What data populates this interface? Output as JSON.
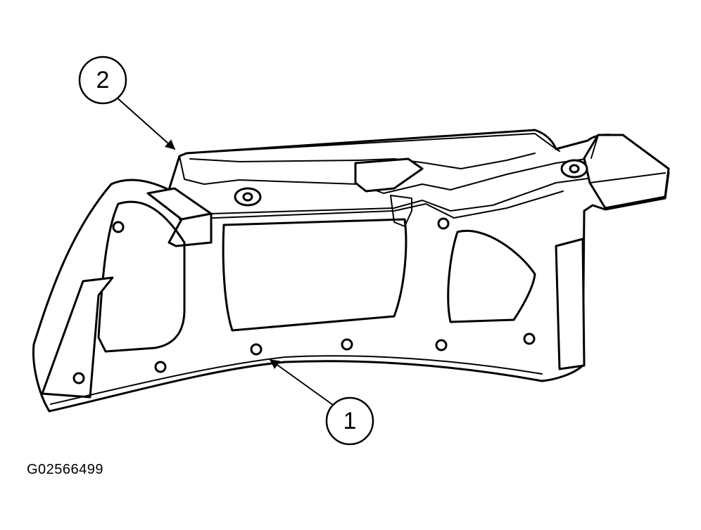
{
  "figure": {
    "id_code": "G02566499",
    "callouts": [
      {
        "label": "2"
      },
      {
        "label": "1"
      }
    ]
  }
}
